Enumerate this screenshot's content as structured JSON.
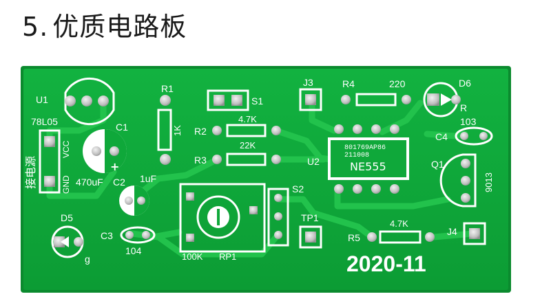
{
  "heading": {
    "number": "5",
    "separator": ".",
    "title": "优质电路板"
  },
  "colors": {
    "board": "#0fa83a",
    "board_edge": "#0b8a2e",
    "trace": "#22c24c",
    "silkscreen": "#ffffff",
    "pad": "#d9d9d9",
    "background": "#ffffff"
  },
  "board": {
    "date_code": "2020-11",
    "components": {
      "u1": "U1",
      "u1_part": "78L05",
      "c1": "C1",
      "c2": "C2",
      "c2_value": "1uF",
      "c1_value": "470uF",
      "r1": "R1",
      "r1_value": "1K",
      "s1": "S1",
      "j3": "J3",
      "r4": "R4",
      "r4_value": "220",
      "d6": "D6",
      "d6_color": "R",
      "c4": "C4",
      "c4_value": "103",
      "r2": "R2",
      "r2_value": "4.7K",
      "r3": "R3",
      "r3_value": "22K",
      "u2": "U2",
      "u2_marking1": "801769AP86",
      "u2_marking2": "211008",
      "u2_part": "NE555",
      "q1": "Q1",
      "q1_part": "9013",
      "s2": "S2",
      "tp1": "TP1",
      "j4": "J4",
      "r5": "R5",
      "r5_value": "4.7K",
      "d5": "D5",
      "d5_color": "g",
      "c3": "C3",
      "c3_value": "104",
      "rp1": "RP1",
      "rp1_value": "100K",
      "power_vcc": "VCC",
      "power_gnd": "GND",
      "power_label": "接电源"
    }
  }
}
